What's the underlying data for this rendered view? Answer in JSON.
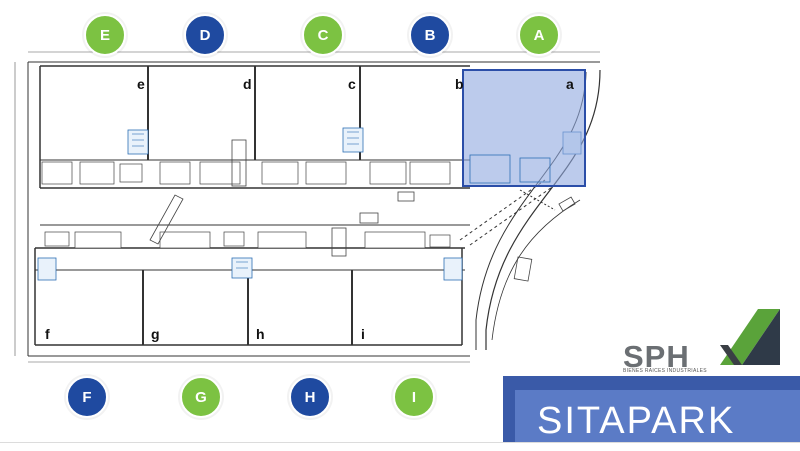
{
  "badges_top": [
    {
      "letter": "E",
      "color": "#7cc242"
    },
    {
      "letter": "D",
      "color": "#1f4aa0"
    },
    {
      "letter": "C",
      "color": "#7cc242"
    },
    {
      "letter": "B",
      "color": "#1f4aa0"
    },
    {
      "letter": "A",
      "color": "#7cc242"
    }
  ],
  "badges_bottom": [
    {
      "letter": "F",
      "color": "#1f4aa0"
    },
    {
      "letter": "G",
      "color": "#7cc242"
    },
    {
      "letter": "H",
      "color": "#1f4aa0"
    },
    {
      "letter": "I",
      "color": "#7cc242"
    }
  ],
  "units_top": [
    "e",
    "d",
    "c",
    "b",
    "a"
  ],
  "units_bottom": [
    "f",
    "g",
    "h",
    "i"
  ],
  "highlight": {
    "unit": "a",
    "color": "#8fa8e0"
  },
  "logo": {
    "word": "SPH",
    "subtitle": "BIENES RAICES INDUSTRIALES"
  },
  "banner": {
    "title": "SITAPARK"
  }
}
